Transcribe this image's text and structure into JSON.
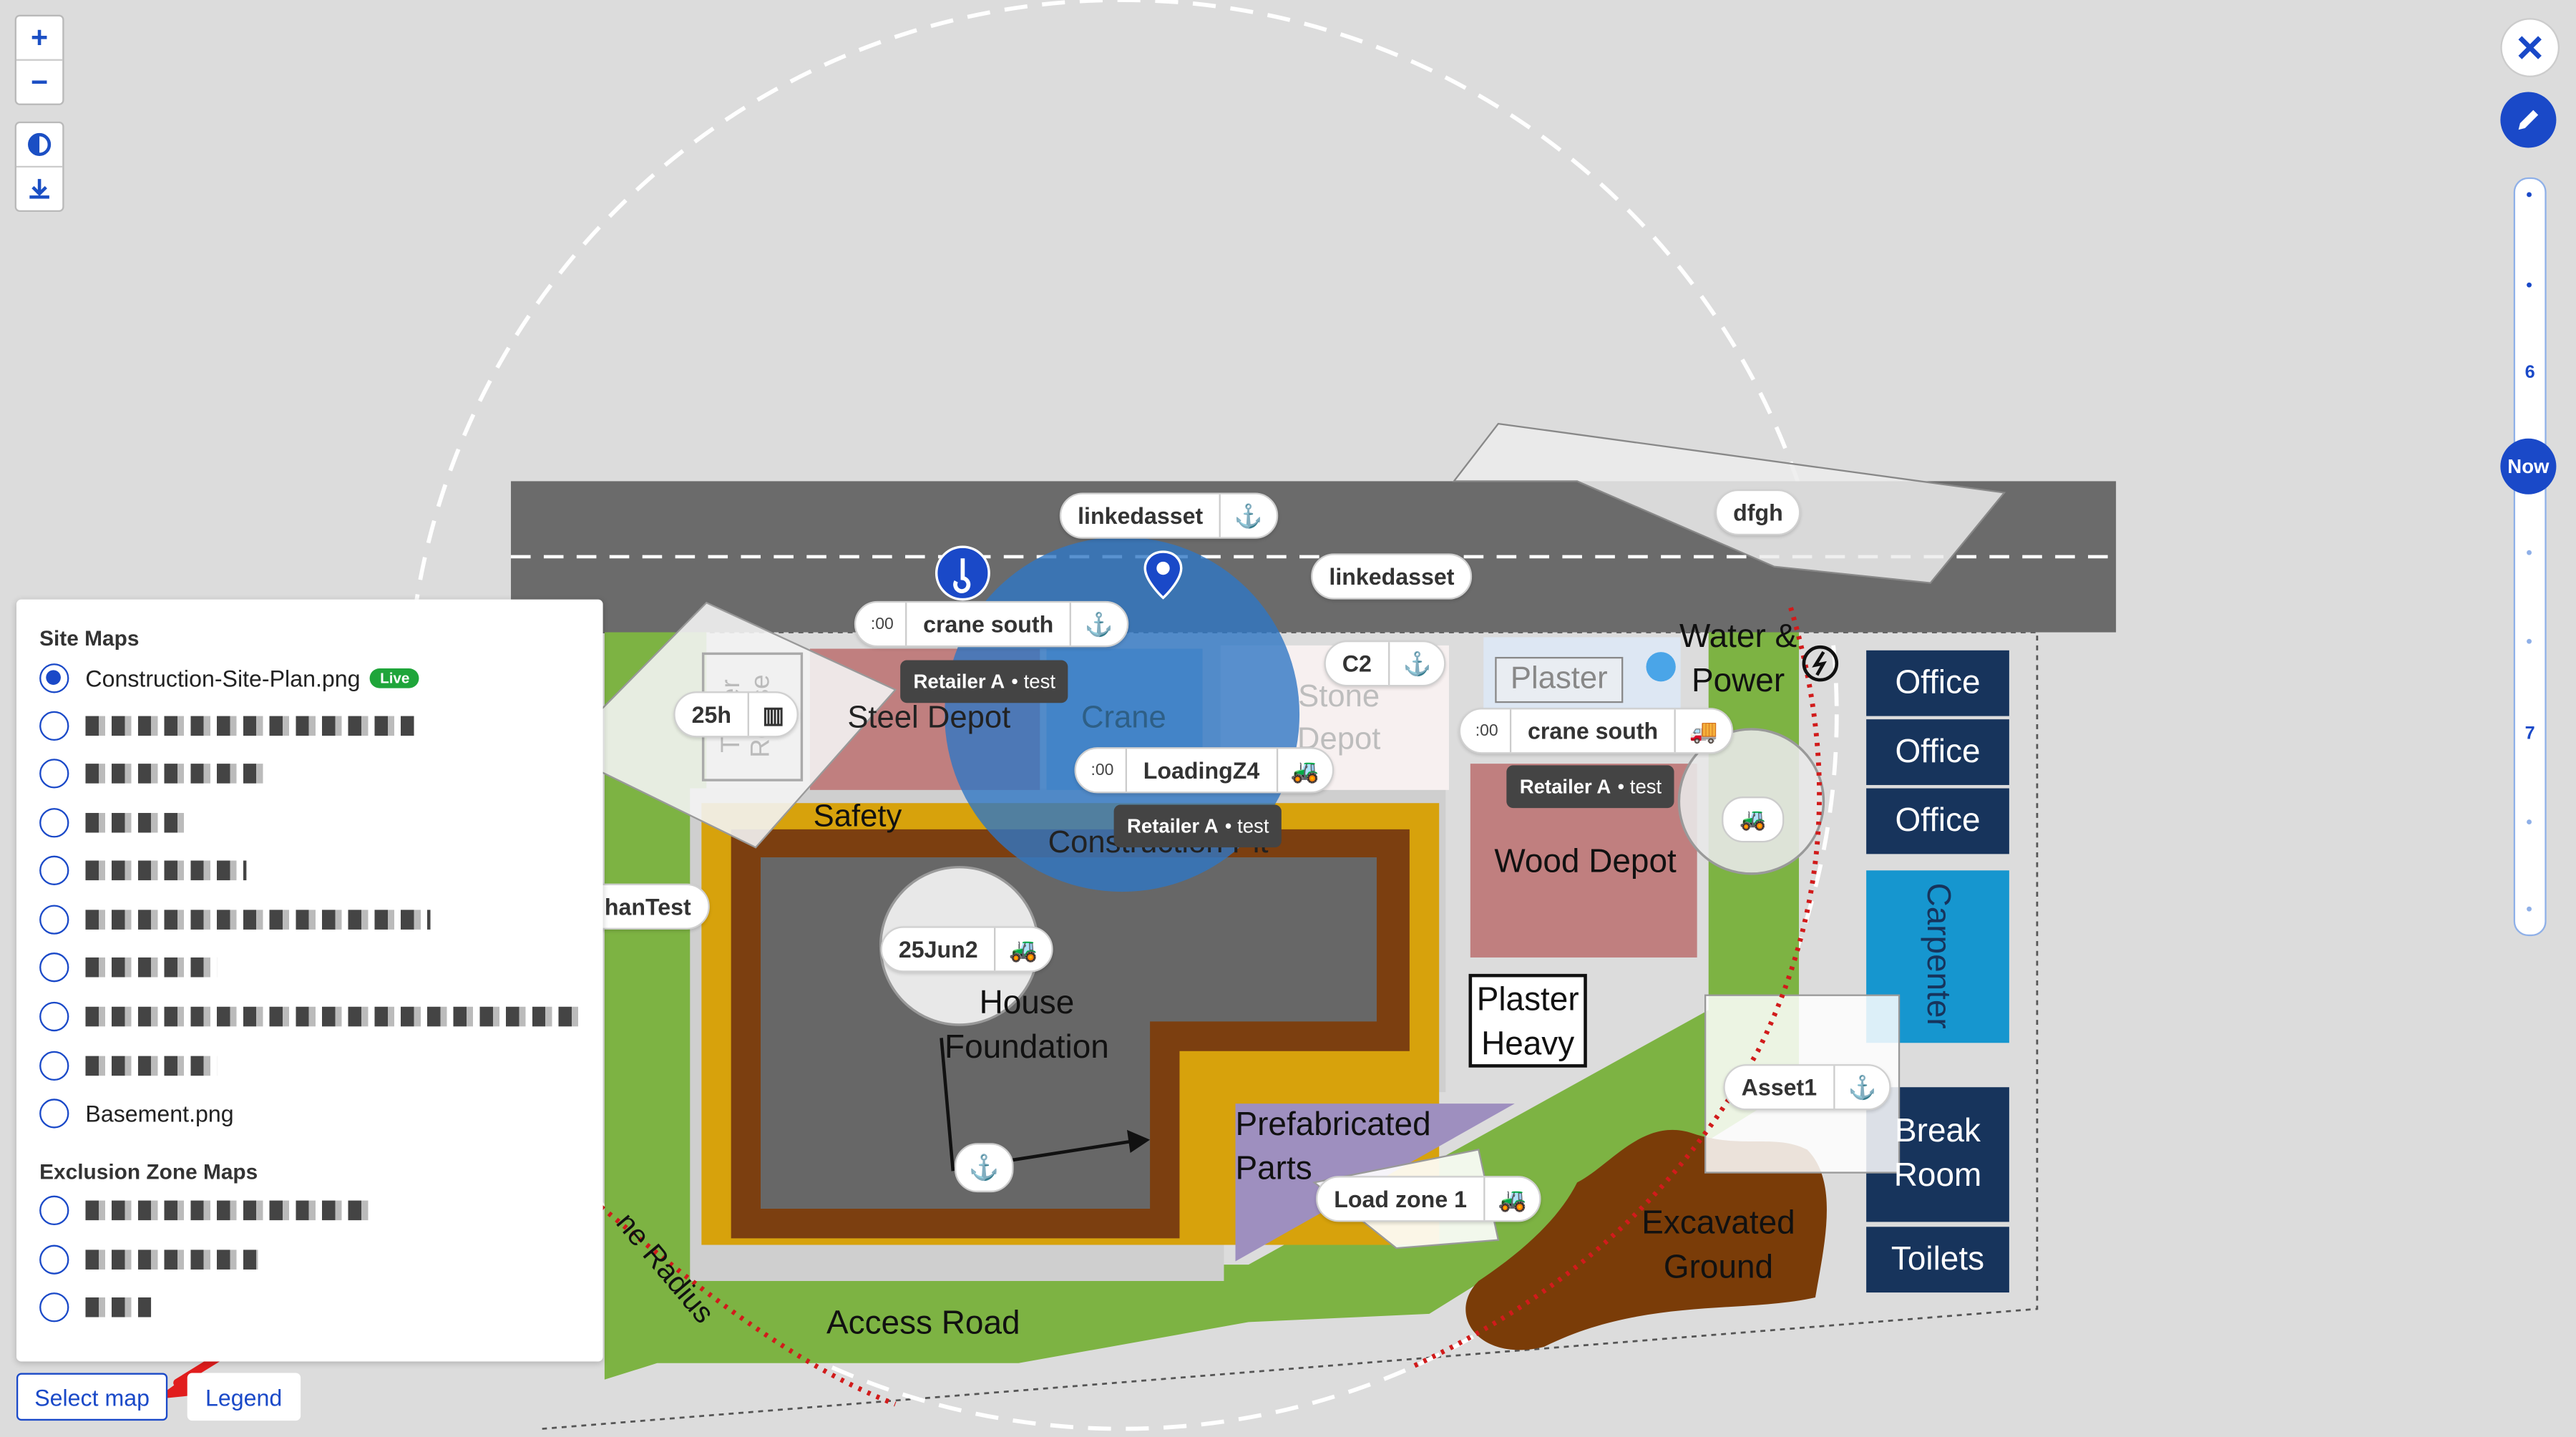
{
  "map_controls": {
    "zoom_in": "+",
    "zoom_out": "−",
    "contrast_icon": "contrast-icon",
    "download_icon": "download-icon"
  },
  "map_labels": {
    "steel_depot": "Steel Depot",
    "crane": "Crane",
    "stone_depot": "Stone Depot",
    "plaster": "Plaster",
    "water_power": "Water & Power",
    "safety": "Safety",
    "construction_pit": "Construction Pit",
    "wood_depot": "Wood Depot",
    "house_foundation": "House Foundation",
    "plaster_heavy": "Plaster Heavy",
    "prefabricated_parts": "Prefabricated Parts",
    "excavated_ground": "Excavated Ground",
    "access_road": "Access Road",
    "crane_radius": "ne Radius",
    "trailer_refuse": "Trailer Refuse",
    "office_1": "Office",
    "office_2": "Office",
    "office_3": "Office",
    "carpenter": "Carpenter",
    "break_room": "Break Room",
    "toilets": "Toilets"
  },
  "markers": {
    "linkedasset_top": "linkedasset",
    "linkedasset_right": "linkedasset",
    "dfgh": "dfgh",
    "crane_south_1": {
      "prefix": ":00",
      "label": "crane south"
    },
    "crane_south_2": {
      "prefix": ":00",
      "label": "crane south"
    },
    "c2": "C2",
    "h25": "25h",
    "loadingz4": {
      "prefix": ":00",
      "label": "LoadingZ4"
    },
    "hantest": "hanTest",
    "jun25": "25Jun2",
    "asset1": "Asset1",
    "load_zone_1": "Load zone 1"
  },
  "tooltips": [
    {
      "company": "Retailer A",
      "detail": "• test"
    },
    {
      "company": "Retailer A",
      "detail": "• test"
    },
    {
      "company": "Retailer A",
      "detail": "• test"
    }
  ],
  "map_selector": {
    "site_maps_heading": "Site Maps",
    "exclusion_heading": "Exclusion Zone Maps",
    "selected_map": "Construction-Site-Plan.png",
    "live_badge": "Live",
    "basement": "Basement.png"
  },
  "bottom_buttons": {
    "select_map": "Select map",
    "legend": "Legend"
  },
  "timeline": {
    "label_6": "6",
    "now": "Now",
    "label_7": "7"
  },
  "colors": {
    "accent": "#1a49c8",
    "road": "#6b6b6b",
    "grass": "#7db343",
    "office": "#17345c",
    "carpenter": "#1696cf",
    "pit": "#d7a20c",
    "foundation_border": "#7c3f10",
    "depot_red": "#c07f7f",
    "crane_radius": "#2f77c4",
    "annotation_arrow": "#e11d1d"
  }
}
